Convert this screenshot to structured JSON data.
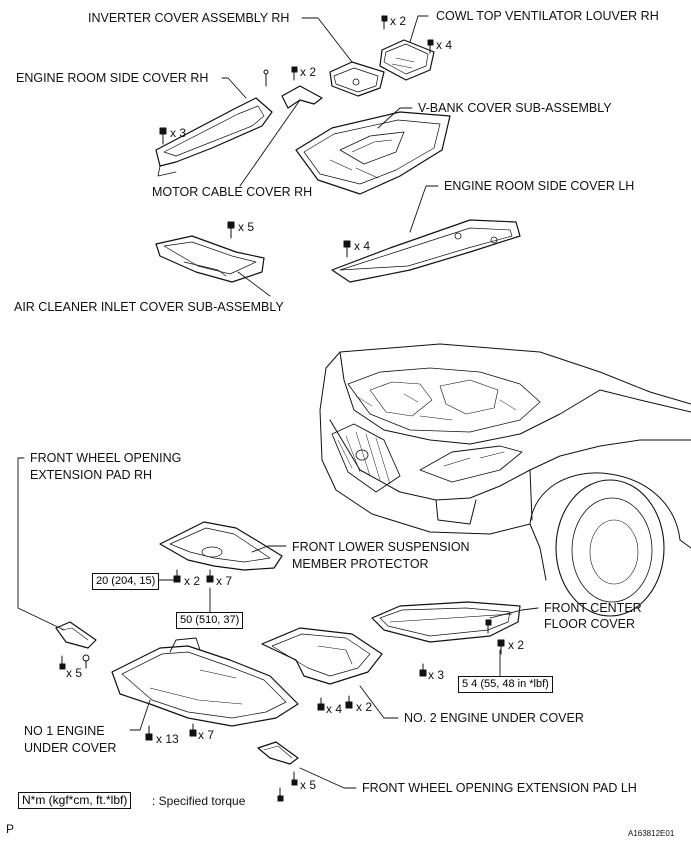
{
  "labels": {
    "inverter_cover_rh": "INVERTER COVER ASSEMBLY RH",
    "cowl_top_ventilator_louver_rh": "COWL TOP VENTILATOR LOUVER RH",
    "engine_room_side_cover_rh": "ENGINE ROOM SIDE COVER RH",
    "v_bank_cover": "V-BANK COVER SUB-ASSEMBLY",
    "motor_cable_cover_rh": "MOTOR CABLE COVER RH",
    "engine_room_side_cover_lh": "ENGINE ROOM SIDE COVER LH",
    "air_cleaner_inlet_cover": "AIR CLEANER INLET COVER SUB-ASSEMBLY",
    "front_wheel_pad_rh_line1": "FRONT WHEEL OPENING",
    "front_wheel_pad_rh_line2": "EXTENSION PAD RH",
    "front_lower_susp_line1": "FRONT LOWER SUSPENSION",
    "front_lower_susp_line2": "MEMBER PROTECTOR",
    "front_center_floor_line1": "FRONT CENTER",
    "front_center_floor_line2": "FLOOR COVER",
    "no2_engine_under_cover": "NO. 2 ENGINE UNDER COVER",
    "no1_engine_under_cover_line1": "NO  1 ENGINE",
    "no1_engine_under_cover_line2": "UNDER COVER",
    "front_wheel_pad_lh": "FRONT WHEEL OPENING EXTENSION PAD LH"
  },
  "counts": {
    "cowl_top_x2": "x 2",
    "cowl_top_x4": "x 4",
    "motor_cable_x2": "x 2",
    "engine_room_rh_x3": "x 3",
    "air_cleaner_x5": "x 5",
    "engine_room_lh_x4": "x 4",
    "protector_x2": "x 2",
    "protector_x7": "x 7",
    "pad_rh_x5": "x 5",
    "floor_x3": "x 3",
    "floor_x2": "x 2",
    "no2_x4": "x 4",
    "no2_x2": "x 2",
    "no1_x13": "x 13",
    "no1_x7": "x 7",
    "pad_lh_x5": "x 5"
  },
  "torques": {
    "t20": "20 (204, 15)",
    "t50": "50 (510, 37)",
    "t54": "5 4 (55, 48 in *lbf)"
  },
  "legend": {
    "unit": "N*m (kgf*cm, ft.*lbf)",
    "desc": ": Specified torque"
  },
  "footer": {
    "page_letter": "P",
    "figure_code": "A163812E01"
  }
}
